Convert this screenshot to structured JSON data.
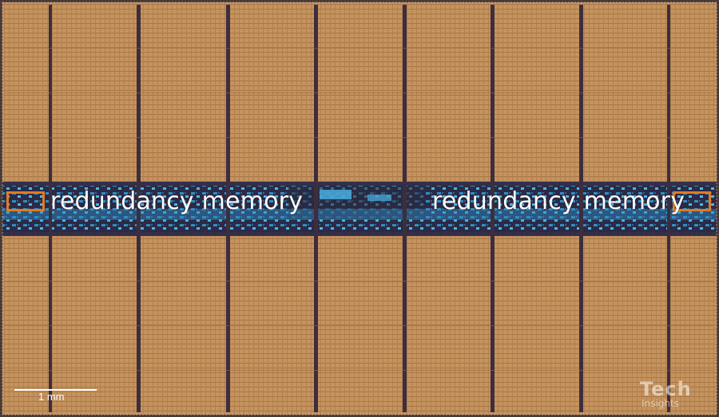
{
  "labels": {
    "left": "redundancy memory",
    "right": "redundancy memory"
  },
  "scale_bar": {
    "text": "1 mm"
  },
  "watermark": {
    "logo": "Tech",
    "sub": "Insights"
  },
  "colors": {
    "die_copper": "#c4935e",
    "die_grid": "#a9784a",
    "divider": "#3c2e3e",
    "periphery_blue": "#2a9fd6",
    "periphery_dark": "#2c2a44",
    "highlight_orange": "#e07b22"
  }
}
